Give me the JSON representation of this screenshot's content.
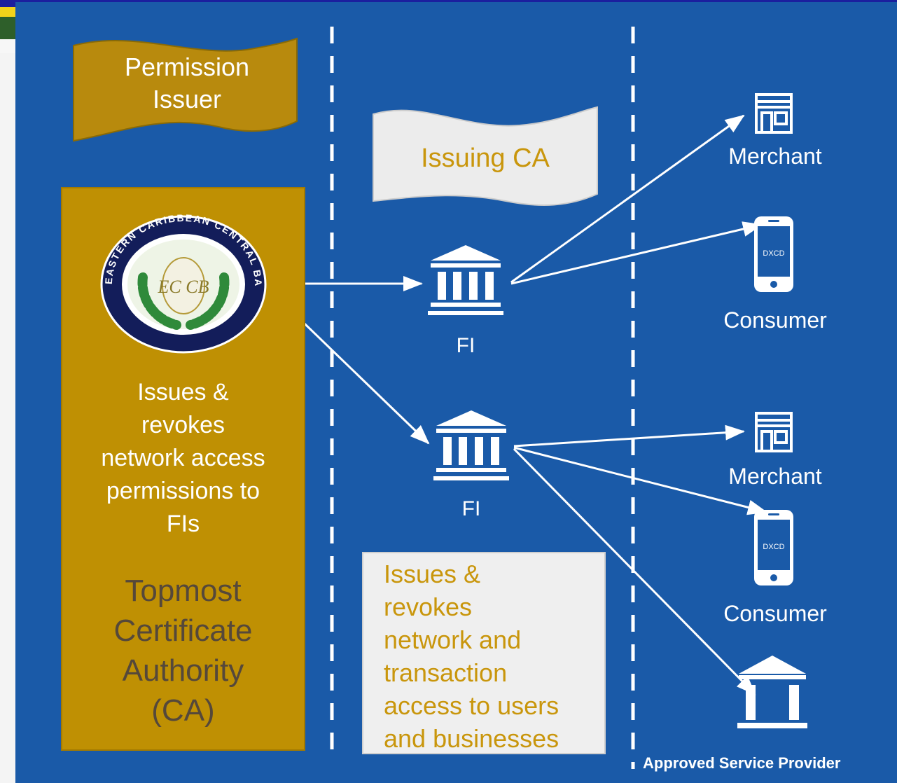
{
  "permission_issuer": {
    "line1": "Permission",
    "line2": "Issuer"
  },
  "issuing_ca": {
    "label": "Issuing CA"
  },
  "central_bank_seal": {
    "ring_text": "EASTERN CARIBBEAN CENTRAL BANK",
    "monogram": "EC CB"
  },
  "left_box": {
    "desc_lines": [
      "Issues &",
      "revokes",
      "network access",
      "permissions to",
      "FIs"
    ],
    "title_lines": [
      "Topmost",
      "Certificate",
      "Authority",
      "(CA)"
    ]
  },
  "fi_top": {
    "label": "FI"
  },
  "fi_bottom": {
    "label": "FI"
  },
  "middle_box": {
    "lines": [
      "Issues &",
      "revokes",
      "network and",
      "transaction",
      "access to users",
      "and businesses"
    ]
  },
  "merchant_top": {
    "label": "Merchant"
  },
  "consumer_top": {
    "label": "Consumer",
    "screen_text": "DXCD"
  },
  "merchant_bottom": {
    "label": "Merchant"
  },
  "consumer_bottom": {
    "label": "Consumer",
    "screen_text": "DXCD"
  },
  "approved_provider": {
    "label": "Approved Service Provider"
  },
  "colors": {
    "background": "#1a5aa8",
    "gold": "#bf9003",
    "flag_gold": "#b88a0d",
    "light_gray": "#efefef",
    "gold_text": "#c9960c"
  }
}
